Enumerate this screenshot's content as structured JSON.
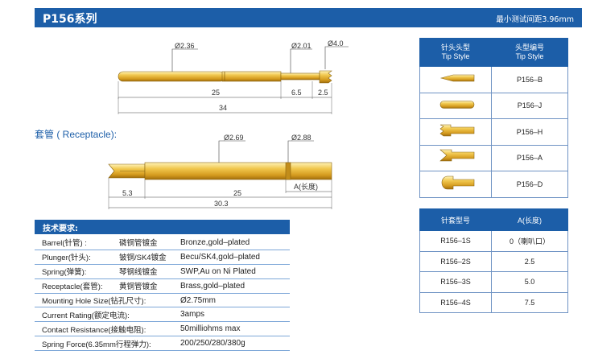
{
  "header": {
    "title": "P156系列",
    "min_pitch": "最小测试间距3.96mm"
  },
  "plunger_drawing": {
    "dia_1": "Ø2.36",
    "dia_2": "Ø2.01",
    "dia_3": "Ø4.0",
    "len_1": "25",
    "len_2": "6.5",
    "len_3": "2.5",
    "total": "34"
  },
  "receptacle": {
    "label": "套管 ( Receptacle):",
    "dia_1": "Ø2.69",
    "dia_2": "Ø2.88",
    "a_label": "A(长度)",
    "len_1": "5.3",
    "len_2": "25",
    "total": "30.3"
  },
  "tech": {
    "heading": "技术要求:",
    "rows": [
      {
        "label": "Barrel(针管) :",
        "cn": "磷铜管镀金",
        "value": "Bronze,gold–plated"
      },
      {
        "label": "Plunger(针头):",
        "cn": "铍铜/SK4镀金",
        "value": "Becu/SK4,gold–plated"
      },
      {
        "label": "Spring(弹簧):",
        "cn": "琴钢线镀金",
        "value": "SWP,Au on Ni Plated"
      },
      {
        "label": "Receptacle(套管):",
        "cn": "黄铜管镀金",
        "value": "Brass,gold–plated"
      },
      {
        "label": "Mounting Hole Size(钻孔尺寸):",
        "cn": "",
        "value": "Ø2.75mm"
      },
      {
        "label": "Current Rating(额定电流):",
        "cn": "",
        "value": "3amps"
      },
      {
        "label": "Contact Resistance(接触电阻):",
        "cn": "",
        "value": "50milliohms max"
      },
      {
        "label": "Spring Force(6.35mm行程弹力):",
        "cn": "",
        "value": "200/250/280/380g"
      }
    ]
  },
  "tip_table": {
    "col1_cn": "针头头型",
    "col1_en": "Tip Style",
    "col2_cn": "头型编号",
    "col2_en": "Tip Style",
    "rows": [
      {
        "icon": "tip-b-icon",
        "code": "P156–B"
      },
      {
        "icon": "tip-j-icon",
        "code": "P156–J"
      },
      {
        "icon": "tip-h-icon",
        "code": "P156–H"
      },
      {
        "icon": "tip-a-icon",
        "code": "P156–A"
      },
      {
        "icon": "tip-d-icon",
        "code": "P156–D"
      }
    ]
  },
  "rec_table": {
    "col1": "针套型号",
    "col2": "A(长度)",
    "rows": [
      {
        "model": "R156–1S",
        "length": "0（喇叭口）"
      },
      {
        "model": "R156–2S",
        "length": "2.5"
      },
      {
        "model": "R156–3S",
        "length": "5.0"
      },
      {
        "model": "R156–4S",
        "length": "7.5"
      }
    ]
  },
  "colors": {
    "accent": "#1c5ea8",
    "gold": "#e0b040",
    "gold_dark": "#a77b14"
  }
}
